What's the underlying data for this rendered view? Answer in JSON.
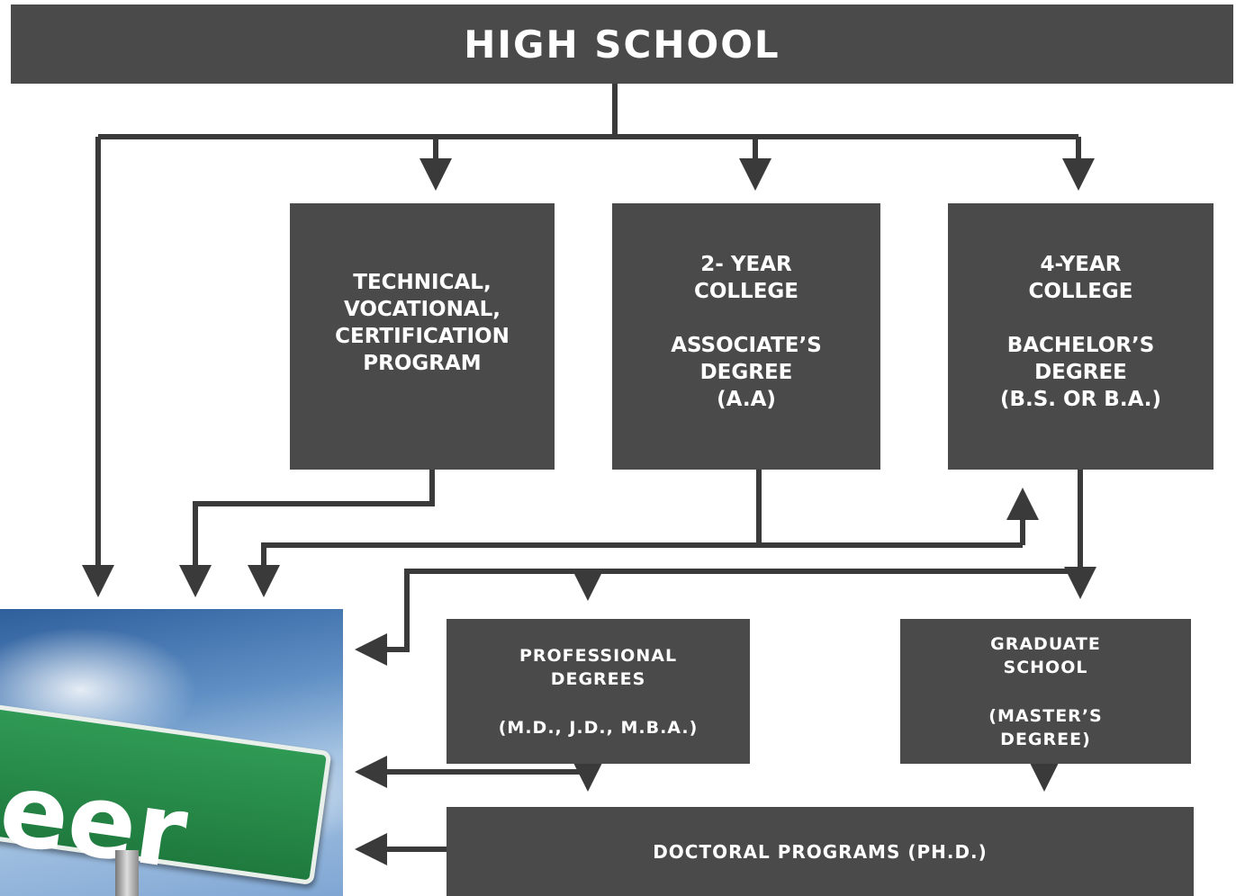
{
  "top": {
    "title": "HIGH SCHOOL"
  },
  "boxes": {
    "tech": {
      "lines": [
        "TECHNICAL,",
        "VOCATIONAL,",
        "CERTIFICATION",
        "PROGRAM"
      ]
    },
    "two_year": {
      "lines": [
        "2- YEAR",
        "COLLEGE",
        "ASSOCIATE’S",
        "DEGREE",
        "(A.A)"
      ]
    },
    "four_year": {
      "lines": [
        "4-YEAR",
        "COLLEGE",
        "BACHELOR’S",
        "DEGREE",
        "(B.S. OR B.A.)"
      ]
    },
    "professional": {
      "lines": [
        "PROFESSIONAL",
        "DEGREES",
        "(M.D., J.D., M.B.A.)"
      ]
    },
    "graduate": {
      "lines": [
        "GRADUATE",
        "SCHOOL",
        "(MASTER’S",
        "DEGREE)"
      ]
    },
    "doctoral": {
      "title": "DOCTORAL PROGRAMS (PH.D.)"
    }
  },
  "photo": {
    "sign_text": "eer",
    "icon": "career-road-sign-photo"
  },
  "colors": {
    "box": "#4a4a4a",
    "line": "#3a3a3a",
    "text": "#ffffff"
  }
}
